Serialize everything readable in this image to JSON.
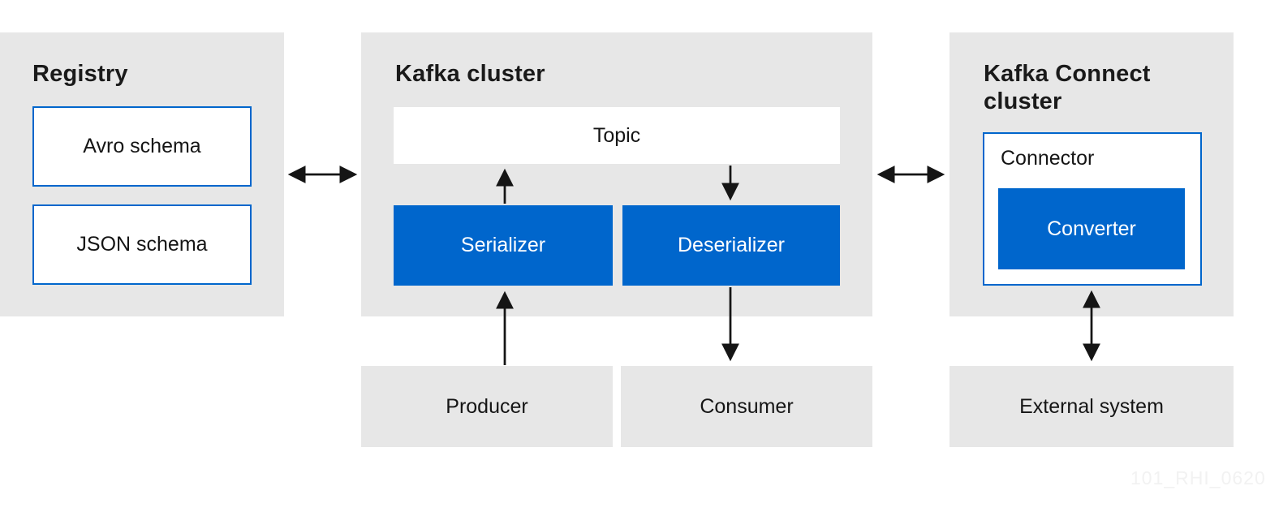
{
  "diagram": {
    "registry": {
      "title": "Registry",
      "schemas": [
        {
          "label": "Avro schema"
        },
        {
          "label": "JSON schema"
        }
      ]
    },
    "kafka_cluster": {
      "title": "Kafka cluster",
      "topic": "Topic",
      "serializer": "Serializer",
      "deserializer": "Deserializer"
    },
    "kafka_connect_cluster": {
      "title": "Kafka Connect cluster",
      "connector": "Connector",
      "converter": "Converter"
    },
    "clients": {
      "producer": "Producer",
      "consumer": "Consumer",
      "external_system": "External system"
    },
    "watermark": "101_RHI_0620",
    "colors": {
      "panel_background": "#e7e7e7",
      "accent_blue": "#0066cc",
      "text_dark": "#151515",
      "arrow_black": "#151515",
      "box_white": "#ffffff",
      "watermark_gray": "#f2f2f2"
    },
    "connections": [
      {
        "name": "registry-kafka-cluster",
        "type": "double-headed-horizontal"
      },
      {
        "name": "kafka-cluster-kafka-connect",
        "type": "double-headed-horizontal"
      },
      {
        "name": "serializer-to-topic",
        "type": "arrow-up"
      },
      {
        "name": "topic-to-deserializer",
        "type": "arrow-down"
      },
      {
        "name": "producer-to-serializer",
        "type": "arrow-up"
      },
      {
        "name": "deserializer-to-consumer",
        "type": "arrow-down"
      },
      {
        "name": "converter-external-system",
        "type": "double-headed-vertical"
      }
    ]
  }
}
